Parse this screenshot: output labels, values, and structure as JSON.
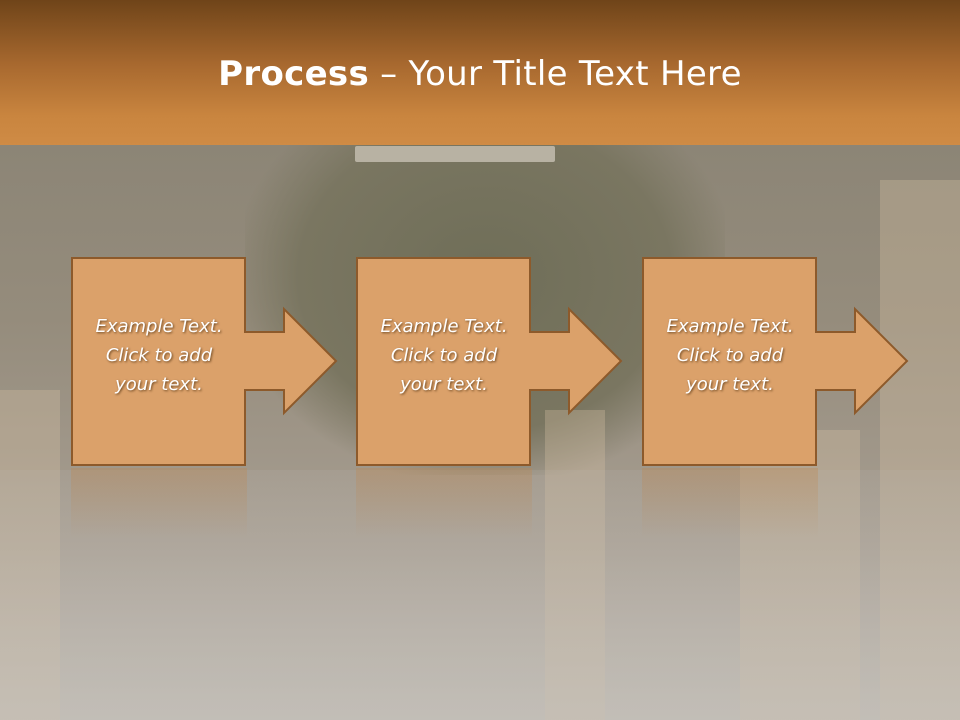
{
  "header": {
    "title_bold": "Process",
    "title_rest": " – Your Title Text Here"
  },
  "steps": [
    {
      "line1": "Example Text.",
      "line2": "Click  to add",
      "line3": "your text."
    },
    {
      "line1": "Example Text.",
      "line2": "Click  to add",
      "line3": "your text."
    },
    {
      "line1": "Example Text.",
      "line2": "Click  to add",
      "line3": "your text."
    }
  ],
  "colors": {
    "header_top": "#6f4419",
    "header_bottom": "#cf8b45",
    "shape_fill": "#dba16a",
    "shape_border": "#8d5a2b",
    "text": "#ffffff"
  }
}
